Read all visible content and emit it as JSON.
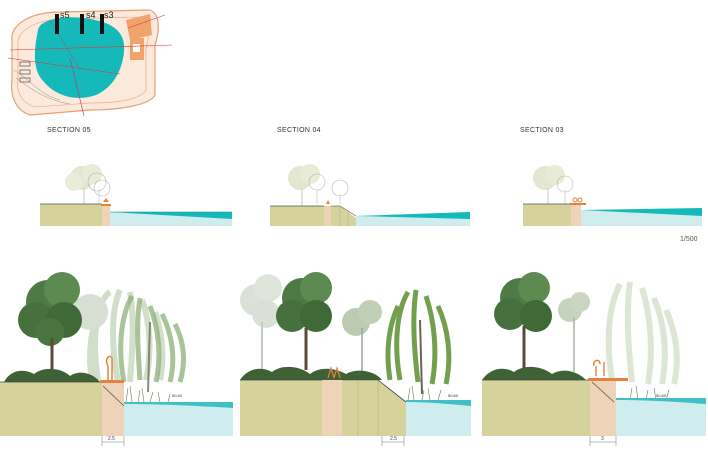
{
  "keyplan": {
    "markers": [
      "s5",
      "s4",
      "s3"
    ]
  },
  "sections": [
    {
      "title": "SECTION 05",
      "dimension": "2.5",
      "level": "50.60"
    },
    {
      "title": "SECTION 04",
      "dimension": "2.5",
      "level": "50.60"
    },
    {
      "title": "SECTION 03",
      "dimension": "3",
      "level": "50.60"
    }
  ],
  "scale_label": "1/500",
  "colors": {
    "water": "#16b9b9",
    "water_light": "#cfecee",
    "ground": "#d5d39b",
    "path": "#efd3b8",
    "orange": "#e8823a"
  }
}
